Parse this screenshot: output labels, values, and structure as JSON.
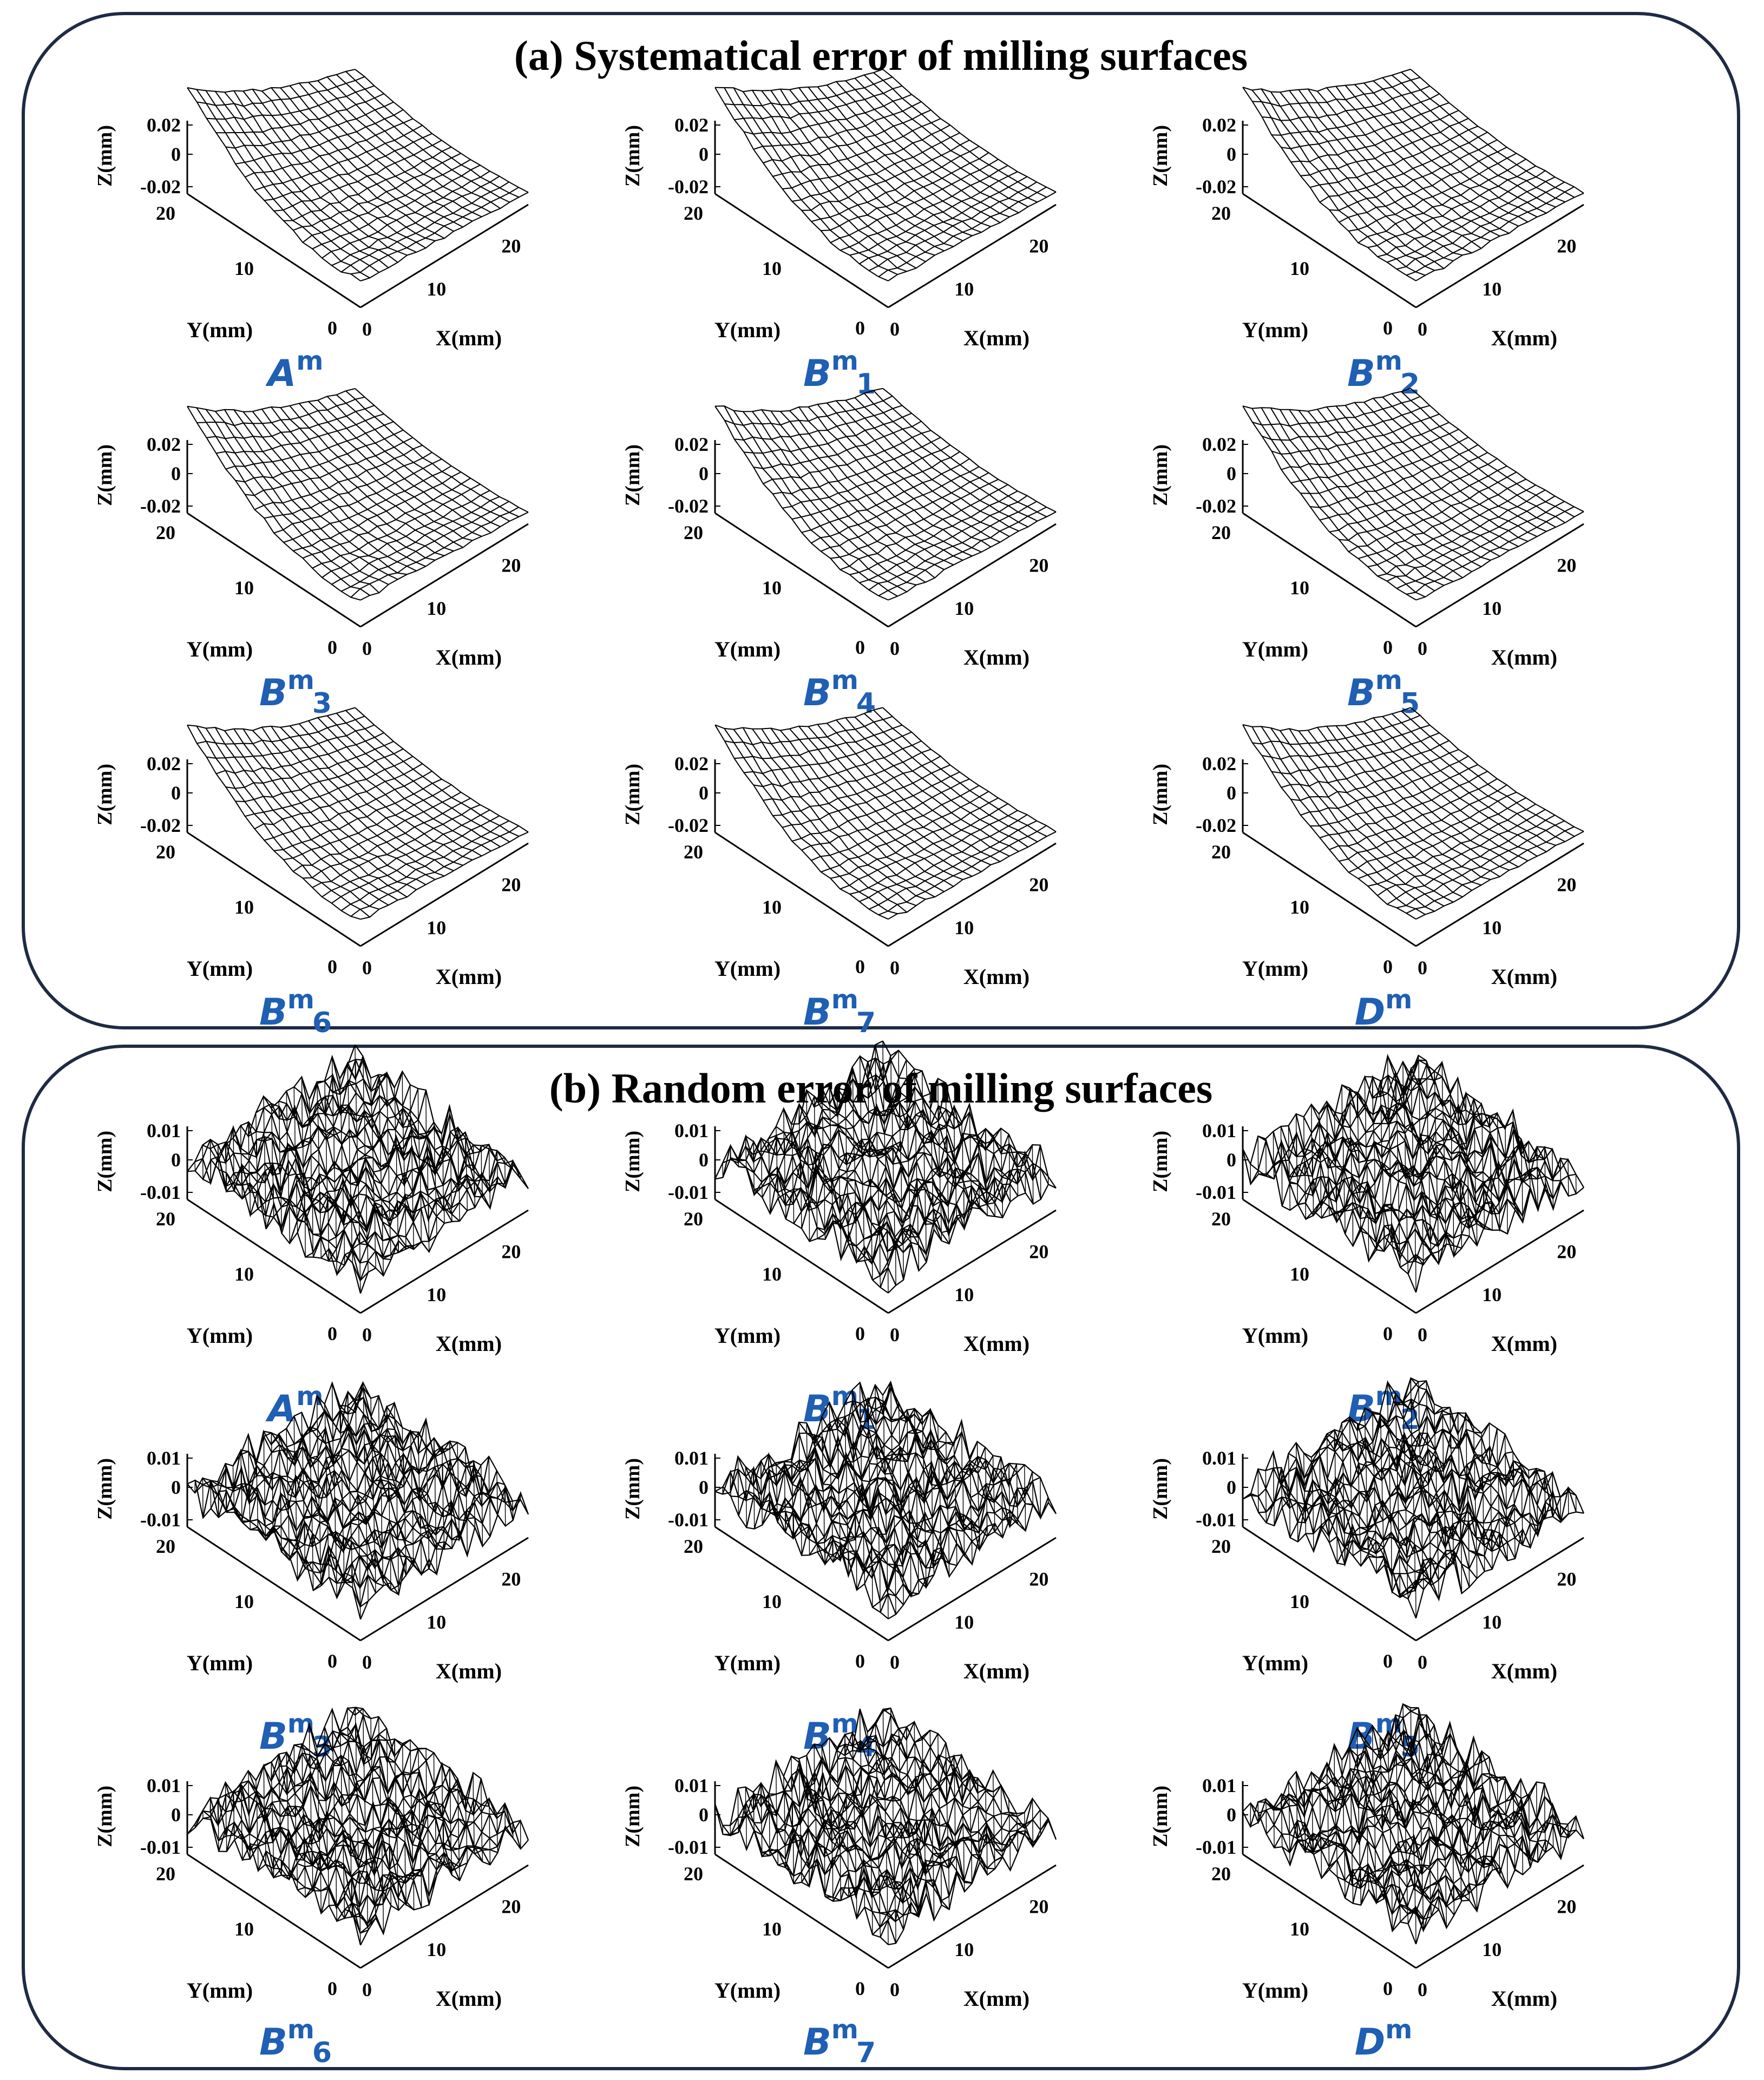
{
  "figure": {
    "panels": [
      {
        "id": "a",
        "title": "(a) Systematical error of milling surfaces",
        "error_type": "systematic",
        "z_ticks": [
          "0.02",
          "0",
          "-0.02"
        ],
        "z_label": "Z(mm)",
        "y_label": "Y(mm)",
        "x_label": "X(mm)",
        "y_ticks": [
          "20",
          "10",
          "0"
        ],
        "x_ticks": [
          "0",
          "10",
          "20"
        ],
        "plots": [
          {
            "base": "A",
            "sup": "m",
            "sub": ""
          },
          {
            "base": "B",
            "sup": "m",
            "sub": "1"
          },
          {
            "base": "B",
            "sup": "m",
            "sub": "2"
          },
          {
            "base": "B",
            "sup": "m",
            "sub": "3"
          },
          {
            "base": "B",
            "sup": "m",
            "sub": "4"
          },
          {
            "base": "B",
            "sup": "m",
            "sub": "5"
          },
          {
            "base": "B",
            "sup": "m",
            "sub": "6"
          },
          {
            "base": "B",
            "sup": "m",
            "sub": "7"
          },
          {
            "base": "D",
            "sup": "m",
            "sub": ""
          }
        ]
      },
      {
        "id": "b",
        "title": "(b) Random error of milling surfaces",
        "error_type": "random",
        "z_ticks": [
          "0.01",
          "0",
          "-0.01"
        ],
        "z_label": "Z(mm)",
        "y_label": "Y(mm)",
        "x_label": "X(mm)",
        "y_ticks": [
          "20",
          "10",
          "0"
        ],
        "x_ticks": [
          "0",
          "10",
          "20"
        ],
        "plots": [
          {
            "base": "A",
            "sup": "m",
            "sub": ""
          },
          {
            "base": "B",
            "sup": "m",
            "sub": "1"
          },
          {
            "base": "B",
            "sup": "m",
            "sub": "2"
          },
          {
            "base": "B",
            "sup": "m",
            "sub": "3"
          },
          {
            "base": "B",
            "sup": "m",
            "sub": "4"
          },
          {
            "base": "B",
            "sup": "m",
            "sub": "5"
          },
          {
            "base": "B",
            "sup": "m",
            "sub": "6"
          },
          {
            "base": "B",
            "sup": "m",
            "sub": "7"
          },
          {
            "base": "D",
            "sup": "m",
            "sub": ""
          }
        ]
      }
    ]
  },
  "colors": {
    "caption": "#1f5fb4",
    "border": "#1f2a44",
    "mesh": "#000000"
  }
}
